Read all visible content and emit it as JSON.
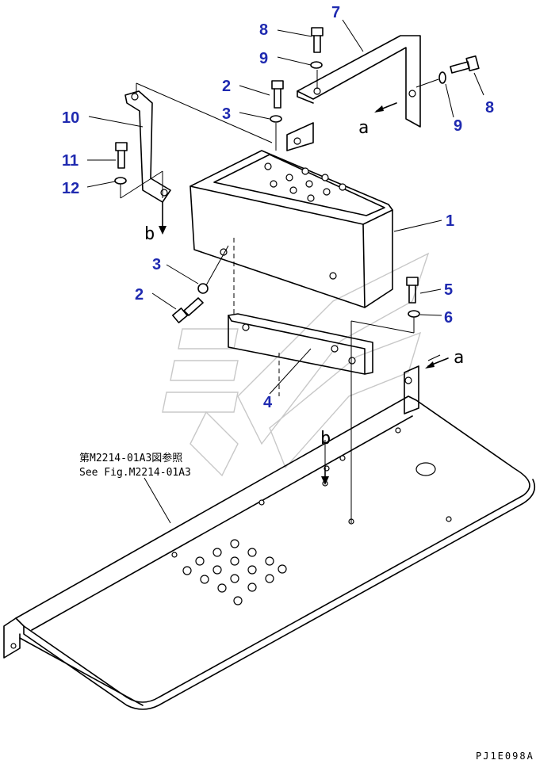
{
  "diagram": {
    "callouts": [
      "1",
      "2",
      "2",
      "3",
      "3",
      "4",
      "5",
      "6",
      "7",
      "8",
      "8",
      "9",
      "9",
      "10",
      "11",
      "12"
    ],
    "view_letters": [
      "a",
      "a",
      "b",
      "b"
    ],
    "reference_note": {
      "line1": "第M2214-01A3図参照",
      "line2": "See Fig.M2214-01A3"
    },
    "drawing_code": "PJ1E098A"
  },
  "colors": {
    "callout": "#1f2ab0",
    "line": "#000000",
    "watermark": "#c8c8c8"
  }
}
